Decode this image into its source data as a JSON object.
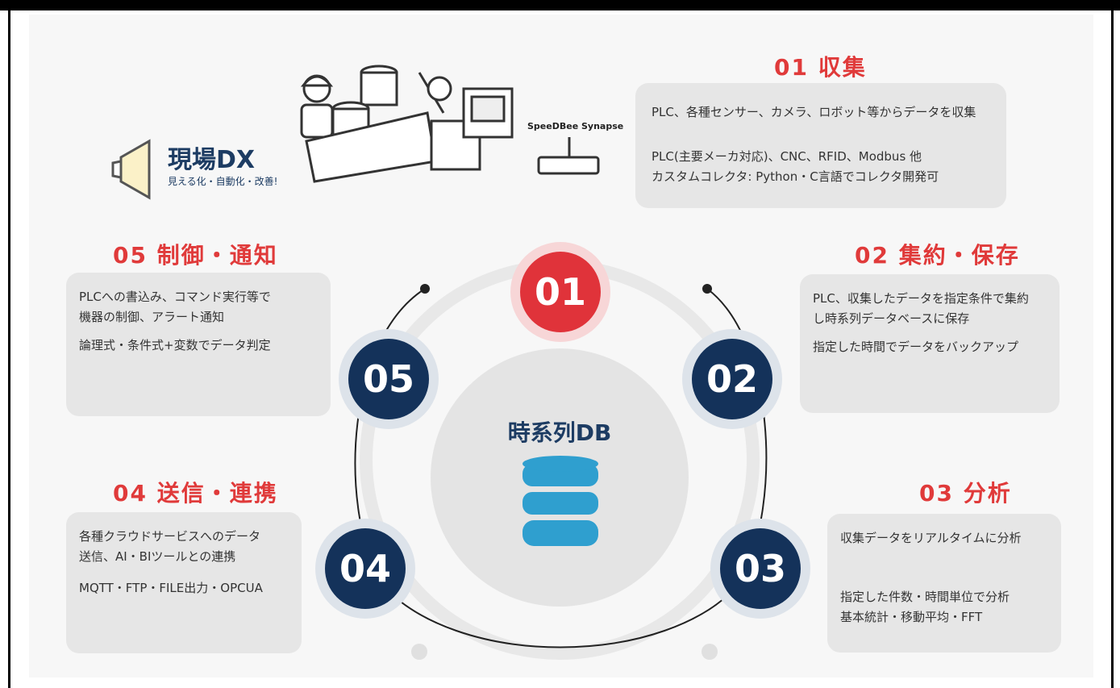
{
  "brand": {
    "title": "現場DX",
    "subtitle": "見える化・自動化・改善!"
  },
  "device_label": "SpeeDBee Synapse",
  "center": {
    "label": "時系列DB"
  },
  "steps": [
    {
      "number": "01",
      "title": "01 収集",
      "lines": [
        "PLC、各種センサー、カメラ、ロボット等からデータを収集",
        "PLC(主要メーカ対応)、CNC、RFID、Modbus 他",
        "カスタムコレクタ: Python・C言語でコレクタ開発可"
      ]
    },
    {
      "number": "02",
      "title": "02 集約・保存",
      "lines": [
        "PLC、収集したデータを指定条件で集約",
        "し時系列データベースに保存",
        "指定した時間でデータをバックアップ"
      ]
    },
    {
      "number": "03",
      "title": "03 分析",
      "lines": [
        "収集データをリアルタイムに分析",
        "指定した件数・時間単位で分析",
        "基本統計・移動平均・FFT"
      ]
    },
    {
      "number": "04",
      "title": "04 送信・連携",
      "lines": [
        "各種クラウドサービスへのデータ",
        "送信、AI・BIツールとの連携",
        "MQTT・FTP・FILE出力・OPCUA"
      ]
    },
    {
      "number": "05",
      "title": "05 制御・通知",
      "lines": [
        "PLCへの書込み、コマンド実行等で",
        "機器の制御、アラート通知",
        "論理式・条件式+変数でデータ判定"
      ]
    }
  ],
  "colors": {
    "accent": "#e0333a",
    "navy": "#14325a",
    "box": "#e6e6e6",
    "heading": "#e03a3a"
  }
}
